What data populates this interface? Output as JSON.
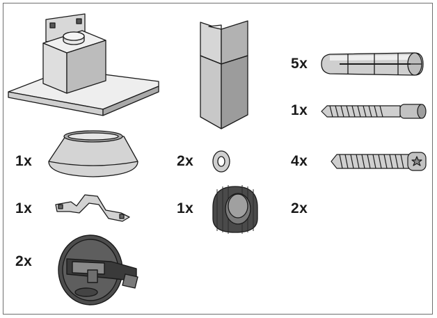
{
  "parts": [
    {
      "id": "hood",
      "icon": "range-hood-icon"
    },
    {
      "id": "chimney",
      "icon": "chimney-duct-icon"
    },
    {
      "id": "wall-plug",
      "quantity": "5x",
      "icon": "wall-plug-icon"
    },
    {
      "id": "long-screw",
      "quantity": "1x",
      "icon": "long-screw-icon"
    },
    {
      "id": "collar",
      "quantity": "1x",
      "icon": "exhaust-collar-icon"
    },
    {
      "id": "washer",
      "quantity": "2x",
      "icon": "washer-icon"
    },
    {
      "id": "screw",
      "quantity": "4x",
      "icon": "screw-icon"
    },
    {
      "id": "bracket",
      "quantity": "1x",
      "icon": "mounting-bracket-icon"
    },
    {
      "id": "knob",
      "quantity": "1x",
      "icon": "knob-icon"
    },
    {
      "id": "extra",
      "quantity": "2x"
    },
    {
      "id": "valve",
      "quantity": "2x",
      "icon": "backdraft-valve-icon"
    }
  ],
  "colors": {
    "outline": "#1a1a1a",
    "fill_light": "#e8e8e8",
    "fill_mid": "#c6c6c6",
    "fill_dark": "#8a8a8a"
  }
}
